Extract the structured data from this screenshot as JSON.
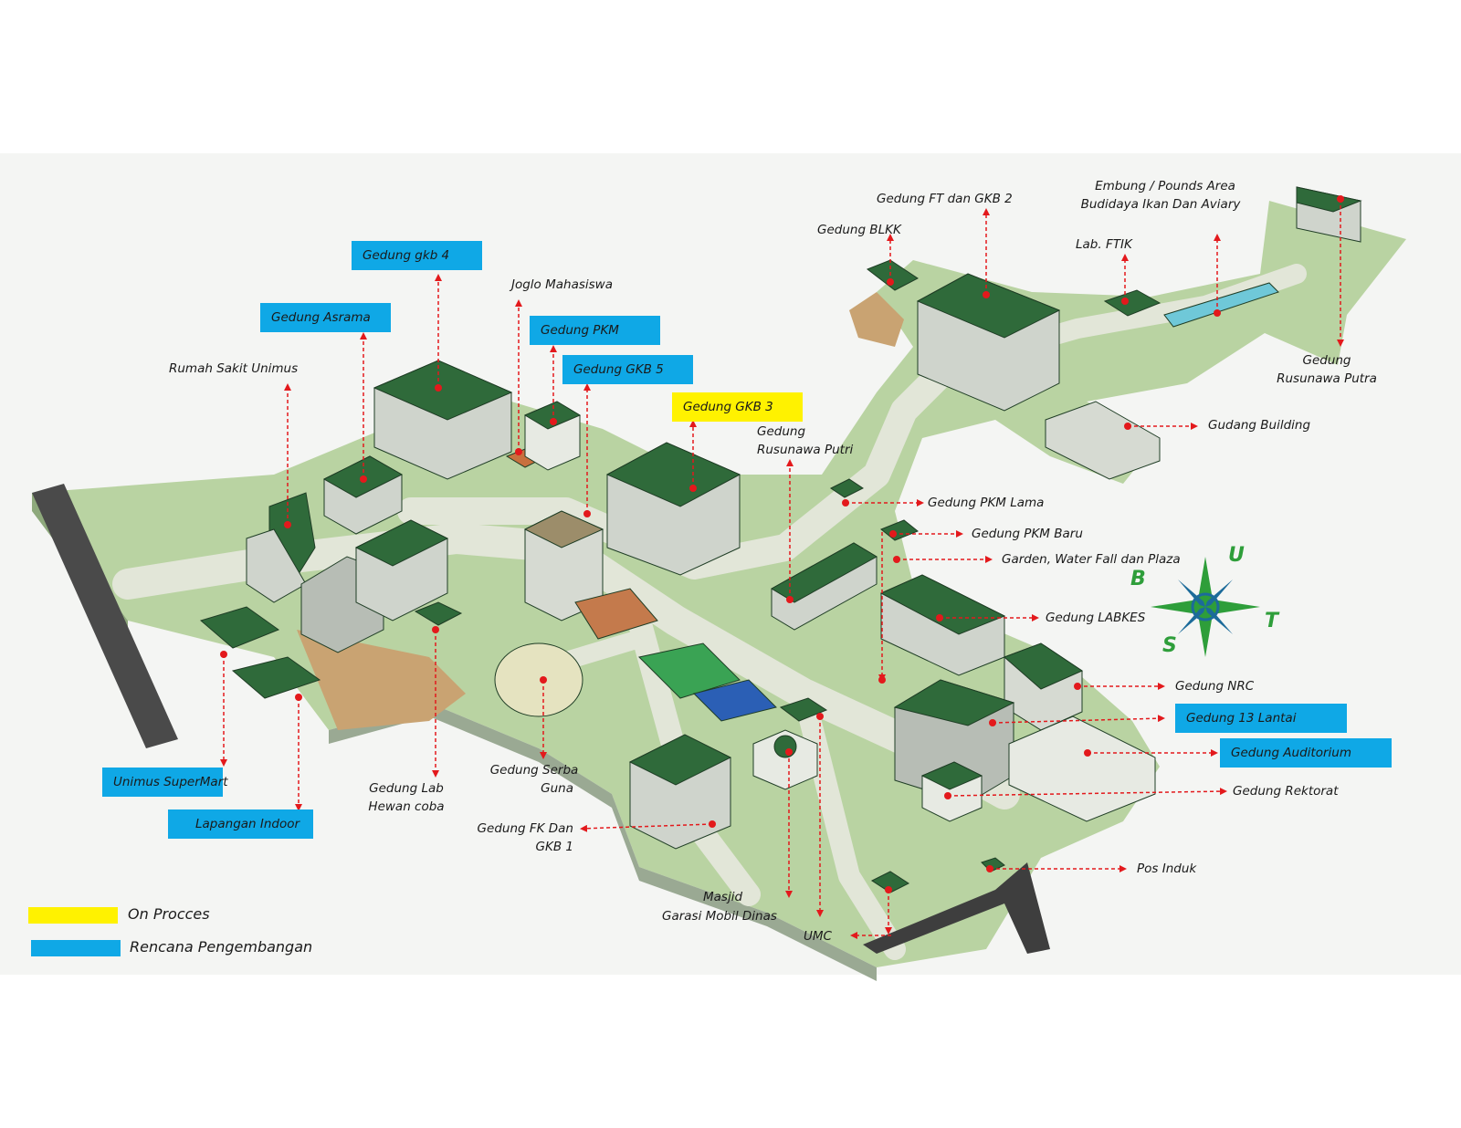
{
  "labels": {
    "rumah_sakit": "Rumah Sakit Unimus",
    "joglo": "Joglo Mahasiswa",
    "gedung_blkk": "Gedung BLKK",
    "gedung_ft": "Gedung FT dan GKB 2",
    "lab_ftik": "Lab. FTIK",
    "embung_1": "Embung / Pounds Area",
    "embung_2": "Budidaya Ikan Dan Aviary",
    "rusunawa_putra_1": "Gedung",
    "rusunawa_putra_2": "Rusunawa Putra",
    "gudang": "Gudang Building",
    "rusunawa_putri_1": "Gedung",
    "rusunawa_putri_2": "Rusunawa Putri",
    "pkm_lama": "Gedung PKM Lama",
    "pkm_baru": "Gedung PKM Baru",
    "garden": "Garden, Water Fall dan Plaza",
    "labkes": "Gedung LABKES",
    "nrc": "Gedung NRC",
    "rektorat": "Gedung Rektorat",
    "pos_induk": "Pos Induk",
    "lab_hewan_1": "Gedung Lab",
    "lab_hewan_2": "Hewan coba",
    "serba_guna_1": "Gedung Serba",
    "serba_guna_2": "Guna",
    "fk_1": "Gedung FK Dan",
    "fk_2": "GKB 1",
    "masjid": "Masjid",
    "garasi": "Garasi Mobil Dinas",
    "umc": "UMC"
  },
  "tags": {
    "gkb4": "Gedung gkb 4",
    "asrama": "Gedung Asrama",
    "pkm": "Gedung PKM",
    "gkb5": "Gedung GKB 5",
    "gkb3": "Gedung GKB 3",
    "supermart": "Unimus SuperMart",
    "lapangan": "Lapangan Indoor",
    "lantai13": "Gedung 13 Lantai",
    "auditorium": "Gedung Auditorium"
  },
  "legend": {
    "on_process": "On Procces",
    "rencana": "Rencana Pengembangan"
  },
  "compass": {
    "u": "U",
    "t": "T",
    "s": "S",
    "b": "B"
  },
  "colors": {
    "on_process": "#fff200",
    "rencana": "#0fa8e6",
    "pointer": "#e3191c",
    "ground": "#b9d3a2",
    "road": "#e2e6d8",
    "building_green": "#2f6a3a",
    "building_gray": "#cfd4cc"
  }
}
